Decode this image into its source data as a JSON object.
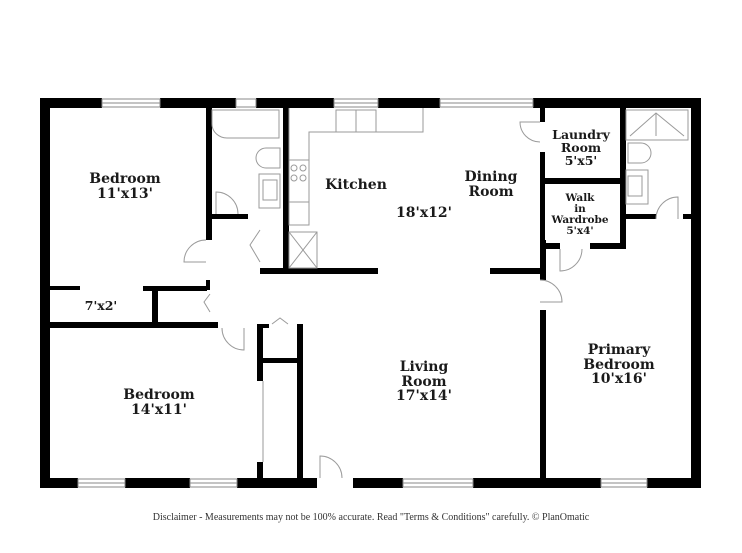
{
  "floorplan": {
    "rooms": [
      {
        "id": "bedroom-1",
        "name_lines": [
          "Bedroom",
          "11'x13'"
        ]
      },
      {
        "id": "kitchen",
        "name_lines": [
          "Kitchen"
        ]
      },
      {
        "id": "dining-room",
        "name_lines": [
          "Dining",
          "Room"
        ]
      },
      {
        "id": "kitchen-dining-size",
        "name_lines": [
          "18'x12'"
        ]
      },
      {
        "id": "laundry-room",
        "name_lines": [
          "Laundry",
          "Room",
          "5'x5'"
        ]
      },
      {
        "id": "walk-in-wardrobe",
        "name_lines": [
          "Walk",
          "in",
          "Wardrobe",
          "5'x4'"
        ]
      },
      {
        "id": "closet",
        "name_lines": [
          "7'x2'"
        ]
      },
      {
        "id": "bedroom-2",
        "name_lines": [
          "Bedroom",
          "14'x11'"
        ]
      },
      {
        "id": "living-room",
        "name_lines": [
          "Living",
          "Room",
          "17'x14'"
        ]
      },
      {
        "id": "primary-bedroom",
        "name_lines": [
          "Primary",
          "Bedroom",
          "10'x16'"
        ]
      }
    ],
    "colors": {
      "wall": "#000000",
      "fixture": "#9a9a9a",
      "text": "#1a1a1a",
      "background": "#ffffff"
    }
  },
  "disclaimer": "Disclaimer - Measurements may not be 100% accurate. Read \"Terms & Conditions\" carefully. © PlanOmatic"
}
